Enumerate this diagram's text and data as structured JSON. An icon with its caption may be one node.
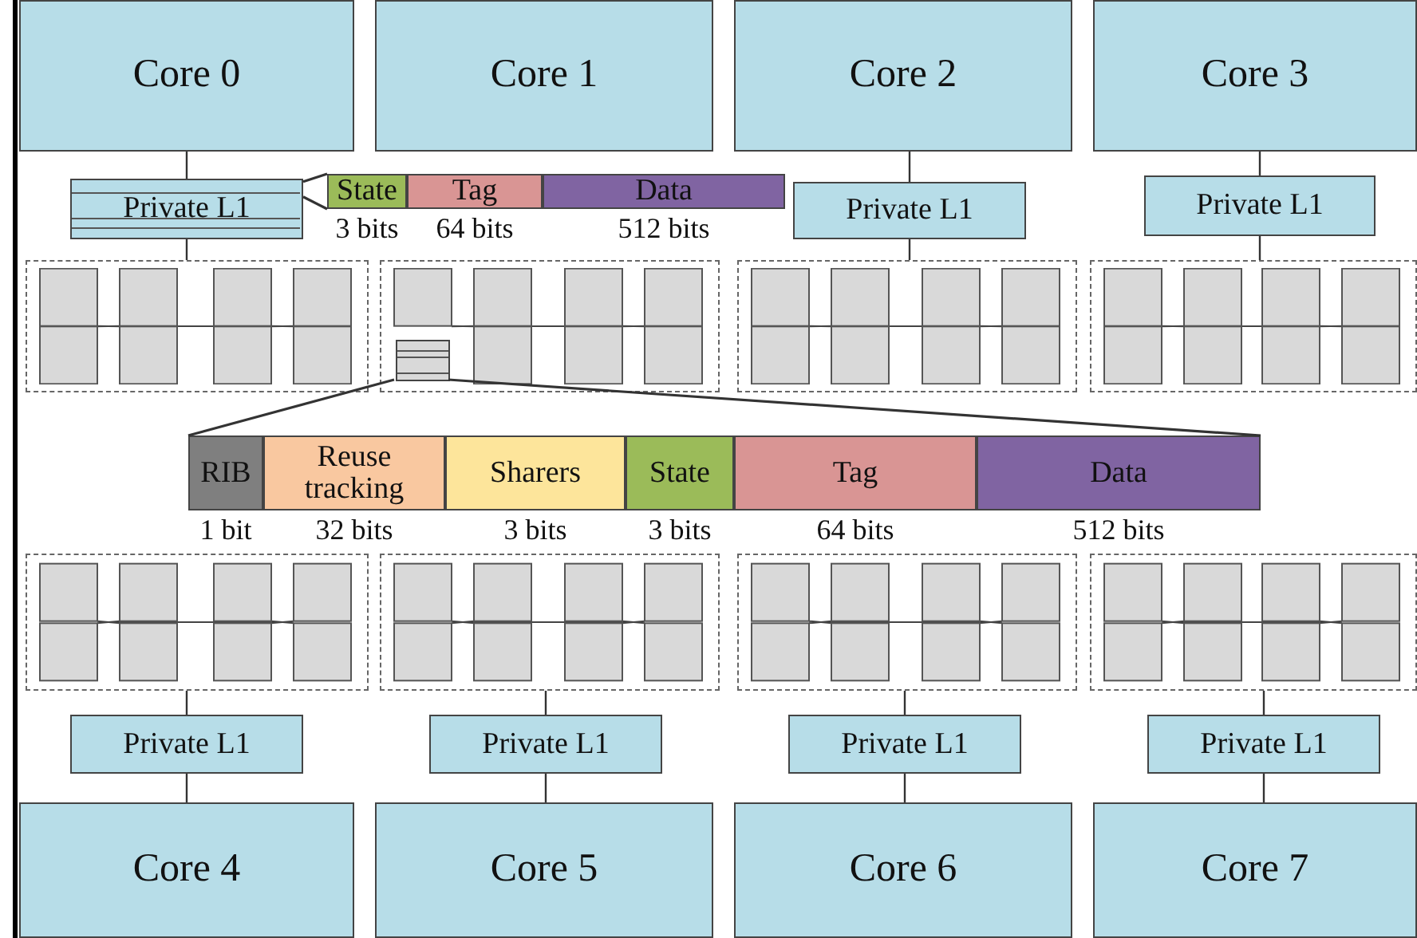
{
  "diagram": {
    "nodes": [
      {
        "text": [
          "Core 0"
        ]
      },
      {
        "text": [
          "Core 1"
        ]
      },
      {
        "text": [
          "Core 2"
        ]
      },
      {
        "text": [
          "Core 3"
        ]
      },
      {
        "text": [
          "Private L1"
        ]
      },
      {
        "text": [
          "State"
        ],
        "beside": [
          "3 bits"
        ]
      },
      {
        "text": [
          "Tag"
        ],
        "beside": [
          "64 bits"
        ]
      },
      {
        "text": [
          "Data"
        ],
        "beside": [
          "512 bits"
        ]
      },
      {
        "text": [
          "Private L1"
        ]
      },
      {
        "text": [
          "Private L1"
        ]
      },
      {
        "text": [],
        "shape": "box"
      },
      {
        "text": [],
        "shape": "box"
      },
      {
        "text": [],
        "shape": "box"
      },
      {
        "text": [],
        "shape": "box"
      },
      {
        "text": [],
        "shape": "box",
        "in": 11
      },
      {
        "text": [
          "RIB"
        ],
        "beside": [
          "1 bit"
        ]
      },
      {
        "text": [
          "Reuse tracking"
        ],
        "beside": [
          "32 bits"
        ]
      },
      {
        "text": [
          "Sharers"
        ],
        "beside": [
          "3 bits"
        ]
      },
      {
        "text": [
          "State"
        ],
        "beside": [
          "3 bits"
        ]
      },
      {
        "text": [
          "Tag"
        ],
        "beside": [
          "64 bits"
        ]
      },
      {
        "text": [
          "Data"
        ],
        "beside": [
          "512 bits"
        ]
      },
      {
        "text": [],
        "shape": "box"
      },
      {
        "text": [],
        "shape": "box"
      },
      {
        "text": [],
        "shape": "box"
      },
      {
        "text": [],
        "shape": "box"
      },
      {
        "text": [
          "Private L1"
        ]
      },
      {
        "text": [
          "Private L1"
        ]
      },
      {
        "text": [
          "Private L1"
        ]
      },
      {
        "text": [
          "Private L1"
        ]
      },
      {
        "text": [
          "Core 4"
        ]
      },
      {
        "text": [
          "Core 5"
        ]
      },
      {
        "text": [
          "Core 6"
        ]
      },
      {
        "text": [
          "Core 7"
        ]
      }
    ],
    "edges": [
      {
        "from": 0,
        "to": 4,
        "arrow": "none"
      },
      {
        "from": 4,
        "to": 10,
        "arrow": "none"
      },
      {
        "from": 2,
        "to": 8,
        "arrow": "none"
      },
      {
        "from": 8,
        "to": 12,
        "arrow": "none"
      },
      {
        "from": 3,
        "to": 9,
        "arrow": "none"
      },
      {
        "from": 9,
        "to": 13,
        "arrow": "none"
      },
      {
        "from": 4,
        "to": 5,
        "arrow": "none"
      },
      {
        "from": 4,
        "to": 5,
        "arrow": "none"
      },
      {
        "from": 14,
        "to": 15,
        "arrow": "none"
      },
      {
        "from": 14,
        "to": 20,
        "arrow": "none"
      },
      {
        "from": 21,
        "to": 25,
        "arrow": "none"
      },
      {
        "from": 25,
        "to": 29,
        "arrow": "none"
      },
      {
        "from": 22,
        "to": 26,
        "arrow": "none"
      },
      {
        "from": 26,
        "to": 30,
        "arrow": "none"
      },
      {
        "from": 23,
        "to": 27,
        "arrow": "none"
      },
      {
        "from": 27,
        "to": 31,
        "arrow": "none"
      },
      {
        "from": 24,
        "to": 28,
        "arrow": "none"
      },
      {
        "from": 28,
        "to": 32,
        "arrow": "none"
      }
    ]
  }
}
